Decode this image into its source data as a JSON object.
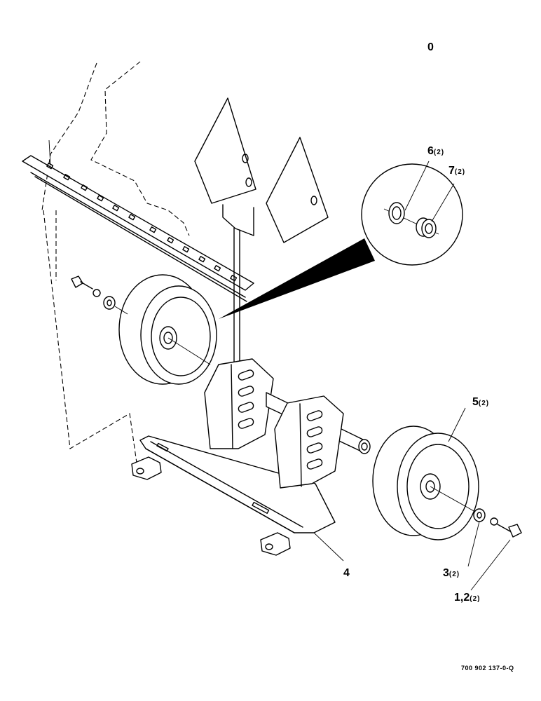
{
  "page_marker": "0",
  "figure_ref": "700 902 137-0-Q",
  "callouts": {
    "c6": {
      "num": "6",
      "qty": "(2)"
    },
    "c7": {
      "num": "7",
      "qty": "(2)"
    },
    "c5": {
      "num": "5",
      "qty": "(2)"
    },
    "c4": {
      "num": "4"
    },
    "c3": {
      "num": "3",
      "qty": "(2)"
    },
    "c12": {
      "num": "1,2",
      "qty": "(2)"
    }
  }
}
